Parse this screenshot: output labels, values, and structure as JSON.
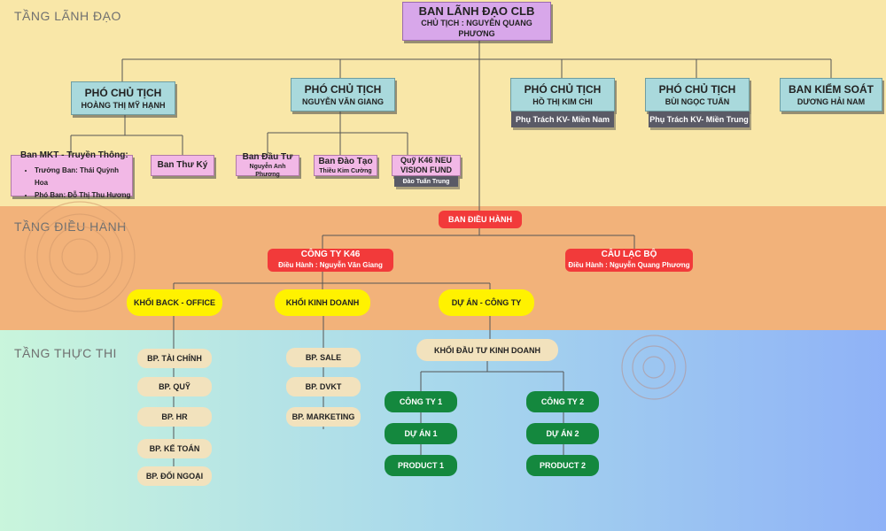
{
  "tiers": {
    "lead": "TẦNG LÃNH ĐẠO",
    "exec": "TẦNG ĐIỀU HÀNH",
    "impl": "TẦNG THỰC THI"
  },
  "board": {
    "title": "BAN LÃNH ĐẠO CLB",
    "subtitle": "CHỦ TỊCH : NGUYỄN QUANG PHƯƠNG"
  },
  "vp1": {
    "title": "PHÓ CHỦ TỊCH",
    "name": "HOÀNG THỊ MỸ HẠNH"
  },
  "vp2": {
    "title": "PHÓ CHỦ TỊCH",
    "name": "NGUYỄN VĂN GIANG"
  },
  "vp3": {
    "title": "PHÓ CHỦ TỊCH",
    "name": "HỒ THỊ KIM CHI",
    "tag": "Phụ Trách KV- Miền Nam"
  },
  "vp4": {
    "title": "PHÓ CHỦ TỊCH",
    "name": "BÙI NGỌC TUẤN",
    "tag": "Phụ Trách KV- Miền Trung"
  },
  "supervision": {
    "title": "BAN KIỂM SOÁT",
    "name": "DƯƠNG HẢI NAM"
  },
  "mkt": {
    "title": "Ban MKT - Truyền Thông:",
    "items": [
      "Trưởng Ban: Thái Quỳnh Hoa",
      "Phó Ban: Đỗ Thị Thu Hương"
    ]
  },
  "secretary": {
    "title": "Ban Thư Ký"
  },
  "invest": {
    "title": "Ban Đầu Tư",
    "name": "Nguyễn Anh Phương"
  },
  "training": {
    "title": "Ban Đào Tạo",
    "name": "Thiều Kim Cường"
  },
  "fund": {
    "title": "Quỹ K46 NEU VISION FUND",
    "tag": "Đào Tuấn Trung"
  },
  "exec_board": {
    "title": "BAN  ĐIỀU HÀNH"
  },
  "company": {
    "title": "CÔNG TY K46",
    "sub": "Điều Hành : Nguyễn Văn Giang"
  },
  "club": {
    "title": "CÂU LẠC BỘ",
    "sub": "Điều Hành : Nguyễn Quang Phương"
  },
  "backoffice": {
    "title": "KHỐI BACK - OFFICE"
  },
  "business": {
    "title": "KHỐI KINH DOANH"
  },
  "project": {
    "title": "DỰ ÁN - CÔNG TY"
  },
  "backoffice_items": [
    "BP. TÀI CHÍNH",
    "BP. QUỸ",
    "BP. HR",
    "BP. KẾ TOÁN",
    "BP. ĐỐI NGOẠI"
  ],
  "business_items": [
    "BP. SALE",
    "BP. DVKT",
    "BP. MARKETING"
  ],
  "invest_block": {
    "title": "KHỐI ĐẦU TƯ KINH DOANH"
  },
  "col1": [
    "CÔNG TY 1",
    "DỰ ÁN 1",
    "PRODUCT 1"
  ],
  "col2": [
    "CÔNG TY 2",
    "DỰ ÁN 2",
    "PRODUCT 2"
  ],
  "colors": {
    "leadership_band": "#f9e7a8",
    "executive_band": "#f2b27a",
    "red": "#f23a3a",
    "yellow": "#fff200",
    "green": "#14883e"
  }
}
